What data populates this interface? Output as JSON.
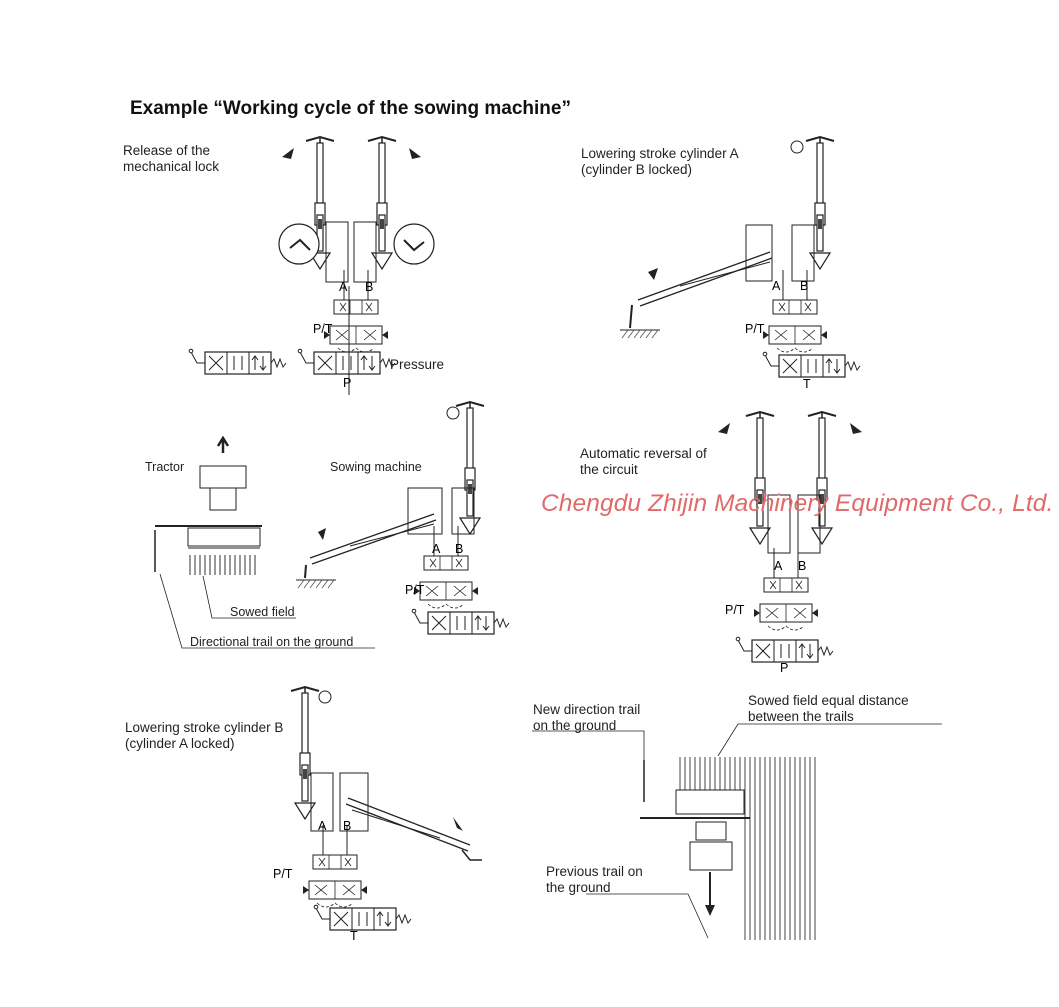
{
  "title": "Example “Working cycle of the sowing machine”",
  "watermark": "Chengdu Zhijin Machinery Equipment Co., Ltd.",
  "panels": {
    "release": {
      "caption_line1": "Release of the",
      "caption_line2": "mechanical lock",
      "pressure_label": "Pressure"
    },
    "lower_a": {
      "caption_line1": "Lowering stroke cylinder A",
      "caption_line2": "(cylinder B locked)"
    },
    "field_top": {
      "tractor_label": "Tractor",
      "sowing_label": "Sowing machine",
      "sowed_field": "Sowed field",
      "directional_trail": "Directional trail on the ground"
    },
    "reversal": {
      "caption_line1": "Automatic reversal of",
      "caption_line2": "the circuit"
    },
    "lower_b": {
      "caption_line1": "Lowering stroke cylinder B",
      "caption_line2": "(cylinder A locked)"
    },
    "field_bottom": {
      "new_trail_line1": "New direction trail",
      "new_trail_line2": "on the ground",
      "equal_line1": "Sowed field equal distance",
      "equal_line2": "between the trails",
      "prev_trail_line1": "Previous trail on",
      "prev_trail_line2": "the ground"
    }
  },
  "port_labels": {
    "a": "A",
    "b": "B",
    "pt": "P/T",
    "p": "P",
    "t": "T"
  }
}
